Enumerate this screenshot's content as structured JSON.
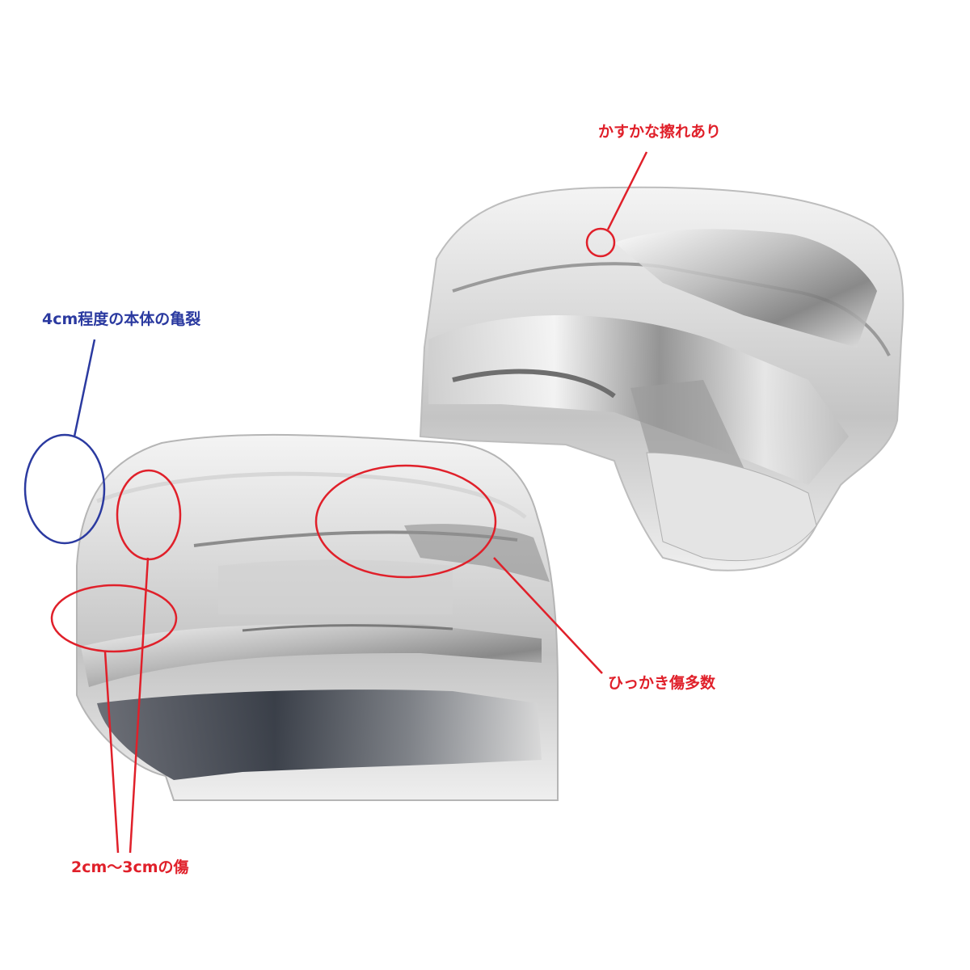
{
  "annotations": {
    "top_right": {
      "text": "かすかな擦れあり",
      "color": "#e0202a"
    },
    "crack": {
      "text": "4cm程度の本体の亀裂",
      "color": "#2b3aa0"
    },
    "scratches_many": {
      "text": "ひっかき傷多数",
      "color": "#e0202a"
    },
    "small_scratch": {
      "text": "2cm～3cmの傷",
      "color": "#e0202a"
    }
  },
  "subject": "chrome-side-mirror-covers"
}
